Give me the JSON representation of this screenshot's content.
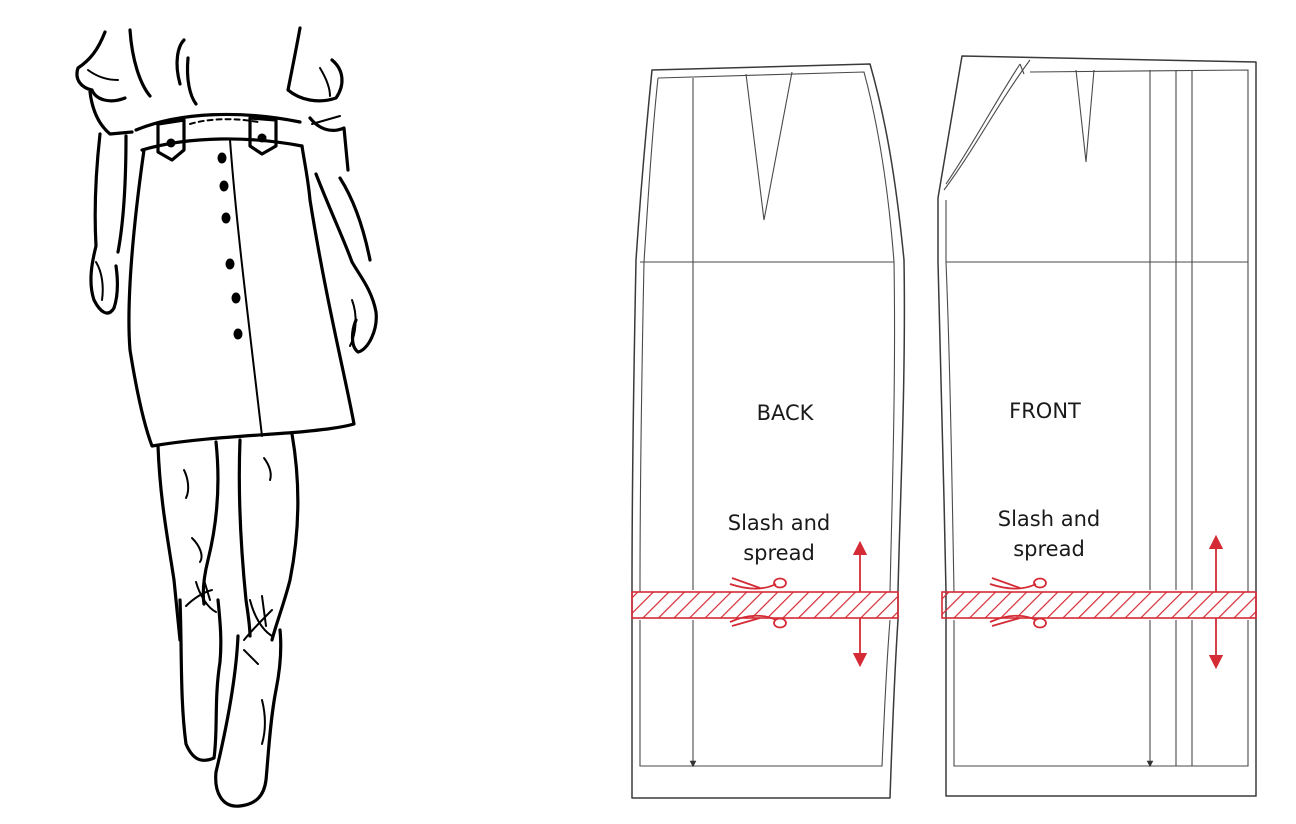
{
  "labels": {
    "back": "BACK",
    "front": "FRONT",
    "back_slash_line1": "Slash and",
    "back_slash_line2": "spread",
    "front_slash_line1": "Slash and",
    "front_slash_line2": "spread"
  },
  "colors": {
    "accent": "#d42b35",
    "outline": "#3a3a3a",
    "ink": "#000000"
  },
  "icons": [
    "scissors-icon",
    "double-arrow-icon"
  ]
}
